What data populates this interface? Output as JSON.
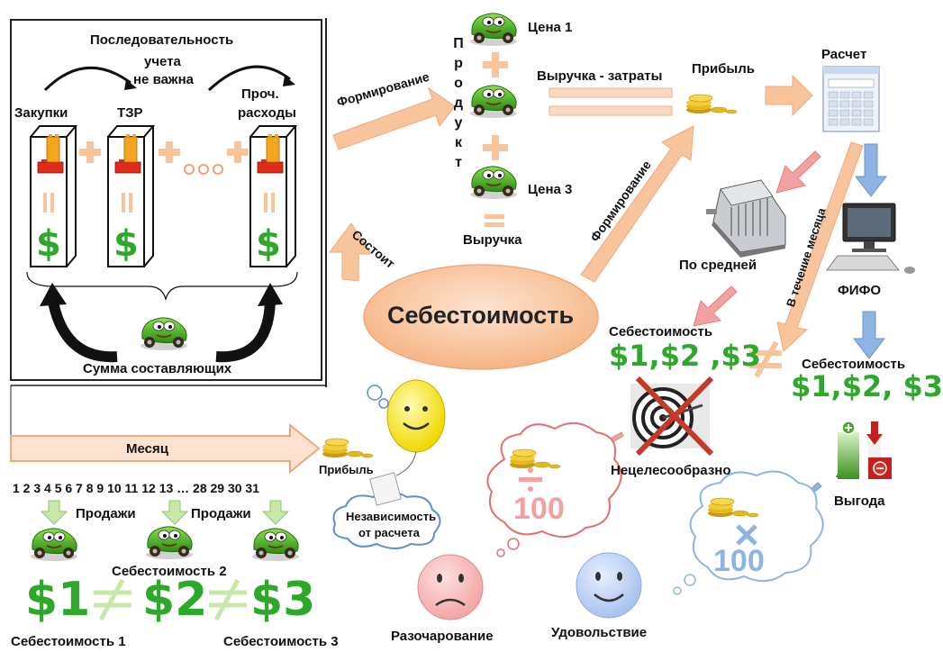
{
  "left_panel": {
    "sequence_title": "Последовательность",
    "sequence_line2": "учета",
    "sequence_line3": "не важна",
    "col_purchases": "Закупки",
    "col_tzr": "ТЗР",
    "col_other_line1": "Проч.",
    "col_other_line2": "расходы",
    "dollar_sign": "$",
    "sum_label": "Сумма составляющих"
  },
  "product": {
    "vertical_label": [
      "П",
      "р",
      "о",
      "д",
      "у",
      "к",
      "т"
    ],
    "price1": "Цена 1",
    "price3": "Цена 3",
    "revenue": "Выручка",
    "formula": "Выручка - затраты",
    "profit": "Прибыль"
  },
  "arrows": {
    "formation_top": "Формирование",
    "formation_right": "Формирование",
    "consists": "Состоит",
    "during_month": "В течение месяца",
    "month": "Месяц"
  },
  "center": {
    "cost": "Себестоимость"
  },
  "right": {
    "calc": "Расчет",
    "average": "По средней",
    "fifo": "ФИФО",
    "cost_left": "Себестоимость",
    "cost_left_values": "$1,$2 ,$3",
    "cost_right": "Себестоимость",
    "cost_right_values": "$1,$2, $3",
    "not_equal": "≠",
    "inexpedient": "Нецелесообразно",
    "benefit": "Выгода"
  },
  "bottom": {
    "days": "1 2 3 4 5 6 7 8 9 10 11 12 13 … 28 29 30 31",
    "sales1": "Продажи",
    "sales2": "Продажи",
    "cost1": "Себестоимость 1",
    "cost2": "Себестоимость 2",
    "cost3": "Себестоимость 3",
    "d1": "$1",
    "d2": "$2",
    "d3": "$3",
    "ne": "≠",
    "profit": "Прибыль",
    "independence_line1": "Независимость",
    "independence_line2": "от расчета",
    "hundred1": "100",
    "hundred2": "100",
    "disappointment": "Разочарование",
    "satisfaction": "Удовольствие"
  },
  "colors": {
    "arrow_peach": "#f8c49c",
    "arrow_pink": "#f2a0a0",
    "arrow_blue": "#8fb4e3",
    "arrow_green": "#c7e8a8",
    "dollar_green": "#2ea82a",
    "ellipse": "#f9c9a2"
  }
}
